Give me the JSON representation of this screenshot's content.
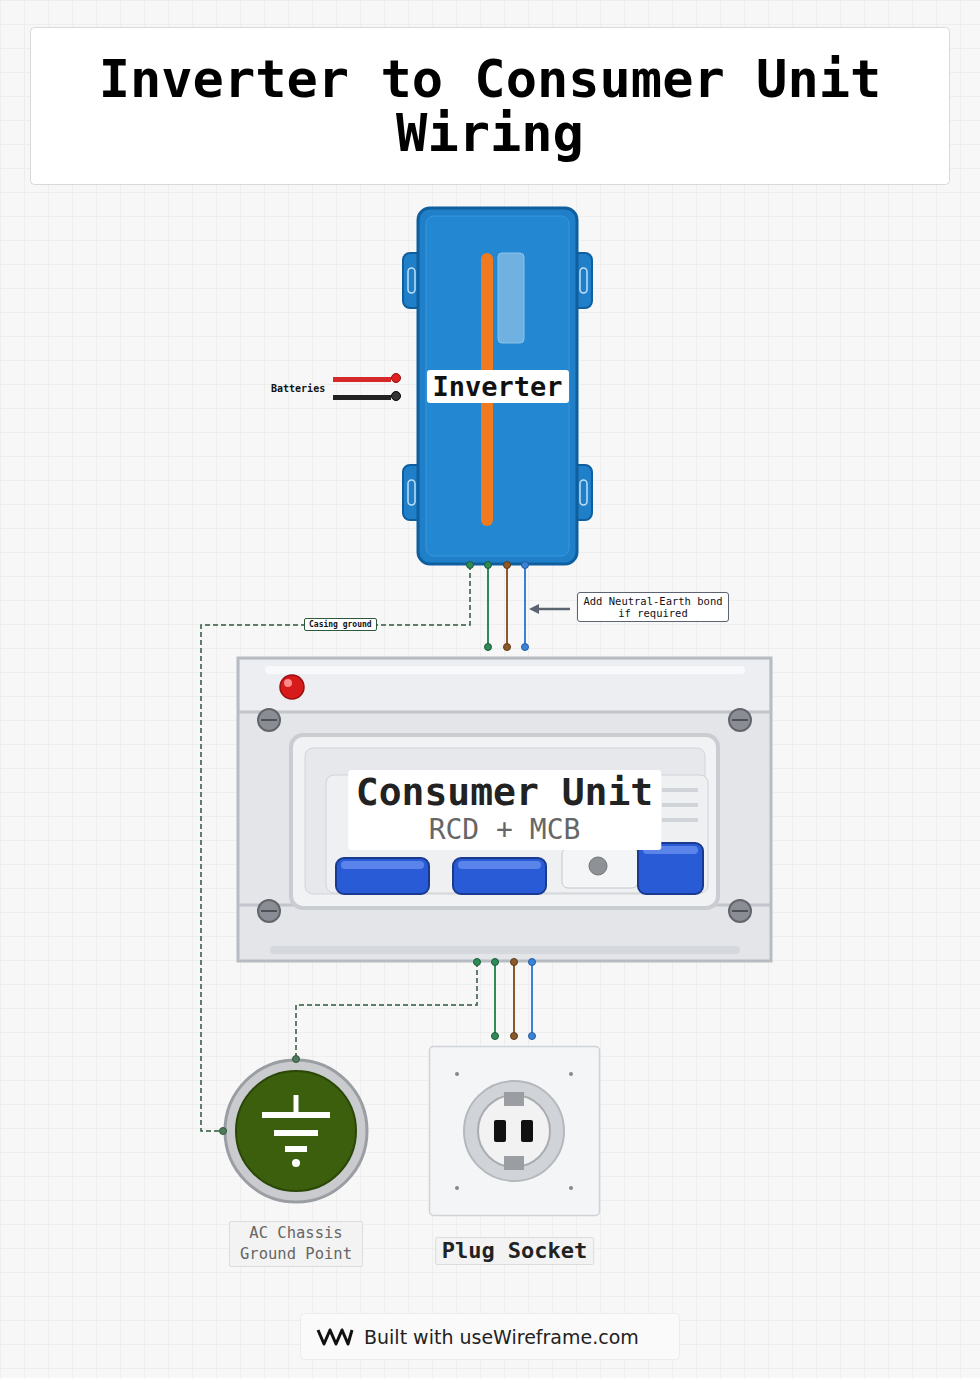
{
  "diagram": {
    "title": "Inverter to Consumer Unit Wiring",
    "nodes": [
      {
        "text": [
          "Inverter"
        ]
      },
      {
        "text": [
          "Consumer Unit",
          "RCD + MCB"
        ]
      },
      {
        "text": [
          "AC Chassis Ground Point"
        ]
      },
      {
        "text": [
          "Plug Socket"
        ]
      }
    ],
    "edges": [
      {
        "from": 0,
        "to": 1,
        "arrow": "none"
      },
      {
        "from": 0,
        "to": 2,
        "label": "Casing ground",
        "arrow": "none"
      },
      {
        "from": 1,
        "to": 2,
        "arrow": "none"
      },
      {
        "from": 1,
        "to": 3,
        "arrow": "none"
      }
    ],
    "labels": [
      "Batteries",
      "Add Neutral-Earth bond if required",
      "Built with useWireframe.com"
    ]
  }
}
